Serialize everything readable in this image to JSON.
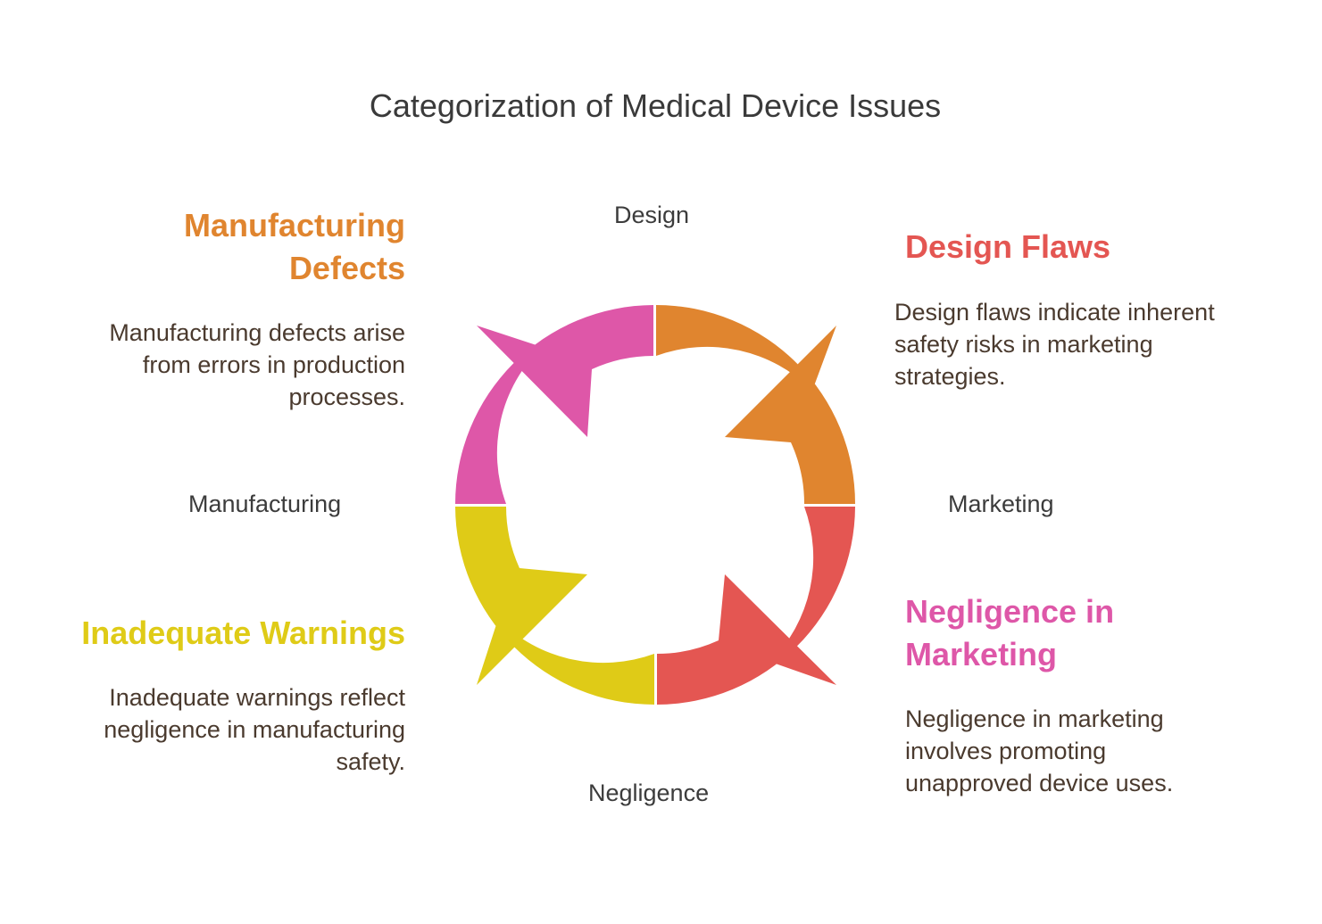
{
  "title": "Categorization of Medical Device Issues",
  "axes": {
    "top": "Design",
    "right": "Marketing",
    "bottom": "Negligence",
    "left": "Manufacturing"
  },
  "colors": {
    "orange": "#E0852F",
    "red": "#E45652",
    "yellow": "#DFCB17",
    "pink": "#DE57A8"
  },
  "items": {
    "manufacturing_defects": {
      "title_line1": "Manufacturing",
      "title_line2": "Defects",
      "desc_line1": "Manufacturing defects arise",
      "desc_line2": "from errors in production",
      "desc_line3": "processes."
    },
    "design_flaws": {
      "title": "Design Flaws",
      "desc_line1": "Design flaws indicate inherent",
      "desc_line2": "safety risks in marketing",
      "desc_line3": "strategies."
    },
    "inadequate_warnings": {
      "title": "Inadequate Warnings",
      "desc_line1": "Inadequate warnings reflect",
      "desc_line2": "negligence in manufacturing",
      "desc_line3": "safety."
    },
    "negligence_marketing": {
      "title_line1": "Negligence in",
      "title_line2": "Marketing",
      "desc_line1": "Negligence in marketing",
      "desc_line2": "involves promoting",
      "desc_line3": "unapproved device uses."
    }
  }
}
